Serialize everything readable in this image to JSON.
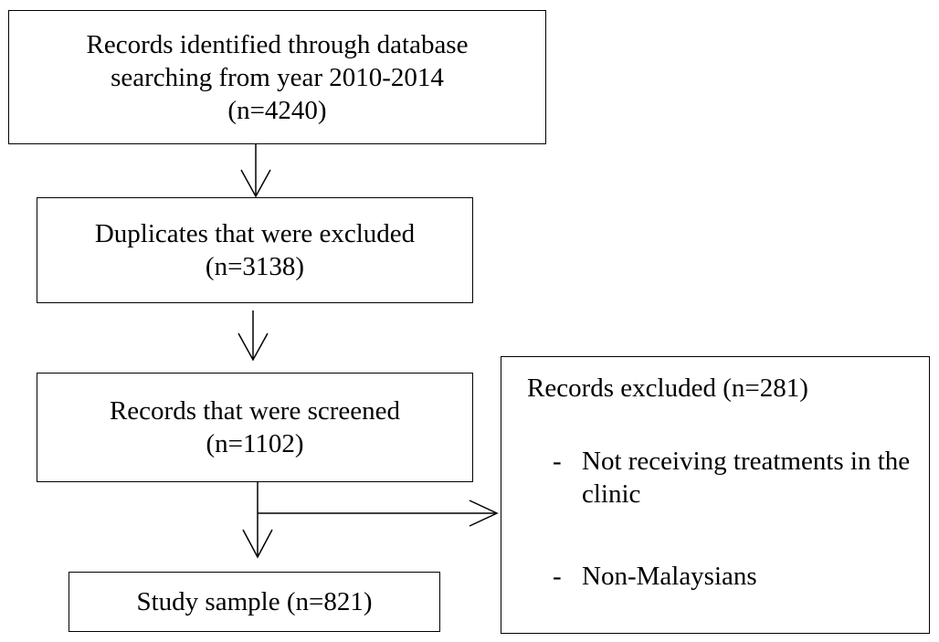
{
  "boxes": {
    "identified": {
      "lines": [
        "Records identified through database",
        "searching from year 2010-2014",
        "(n=4240)"
      ]
    },
    "duplicates": {
      "lines": [
        "Duplicates that were excluded",
        "(n=3138)"
      ]
    },
    "screened": {
      "lines": [
        "Records that were screened",
        "(n=1102)"
      ]
    },
    "study_sample": {
      "lines": [
        "Study sample (n=821)"
      ]
    },
    "excluded": {
      "title": "Records excluded (n=281)",
      "items": [
        {
          "dash": "-",
          "text": "Not receiving treatments in the clinic"
        },
        {
          "dash": "-",
          "text": "Non-Malaysians"
        }
      ]
    }
  },
  "colors": {
    "stroke": "#000000",
    "background": "#ffffff"
  }
}
